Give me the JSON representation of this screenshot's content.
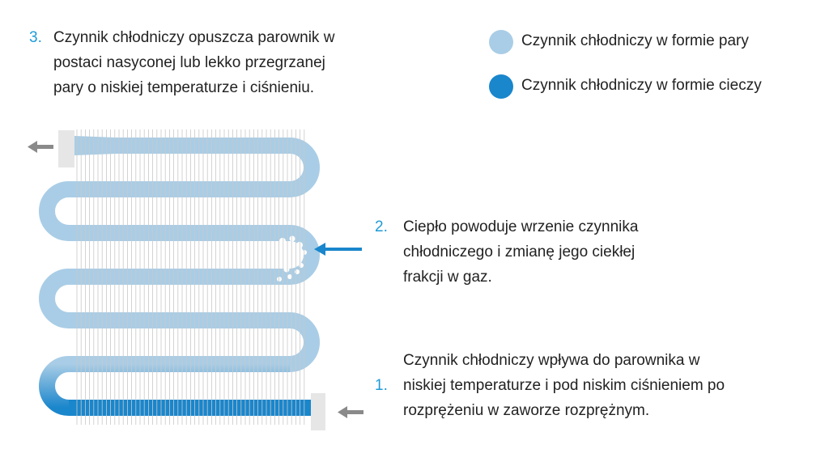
{
  "steps": [
    {
      "number": "1.",
      "text": "Czynnik chłodniczy wpływa do parownika w\nniskiej temperaturze i pod niskim ciśnieniem po\nrozprężeniu w zaworze rozprężnym."
    },
    {
      "number": "2.",
      "text": "Ciepło powoduje wrzenie czynnika\nchłodniczego i zmianę jego ciekłej\nfrakcji w gaz."
    },
    {
      "number": "3.",
      "text": "Czynnik chłodniczy opuszcza parownik w\npostaci nasyconej lub lekko przegrzanej\npary o niskiej temperaturze i ciśnieniu."
    }
  ],
  "legend": [
    {
      "label": "Czynnik chłodniczy w formie pary",
      "color": "#a9cde6"
    },
    {
      "label": "Czynnik chłodniczy w formie cieczy",
      "color": "#1a86cc"
    }
  ],
  "colors": {
    "vapor": "#a9cde6",
    "liquid": "#1a86cc",
    "accent": "#1f9bd7",
    "fins": "#c8c8c8",
    "fitting": "#e6e6e6",
    "arrow_gray": "#8a8a8a"
  }
}
